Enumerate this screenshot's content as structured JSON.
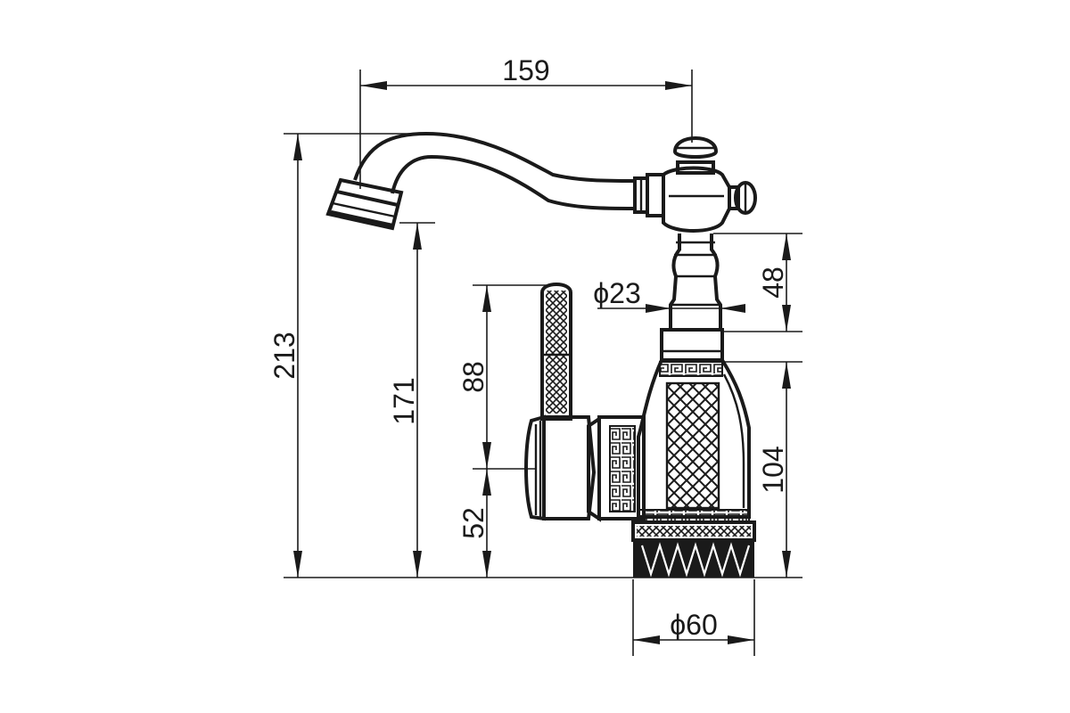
{
  "dimensions": {
    "spout_reach": "159",
    "total_height": "213",
    "spout_height": "171",
    "lever_height": "88",
    "lever_axis_height": "52",
    "head_height": "48",
    "body_height": "104",
    "neck_diameter": "ϕ23",
    "base_diameter": "ϕ60"
  },
  "colors": {
    "line": "#1a1a1a",
    "background": "#ffffff"
  }
}
